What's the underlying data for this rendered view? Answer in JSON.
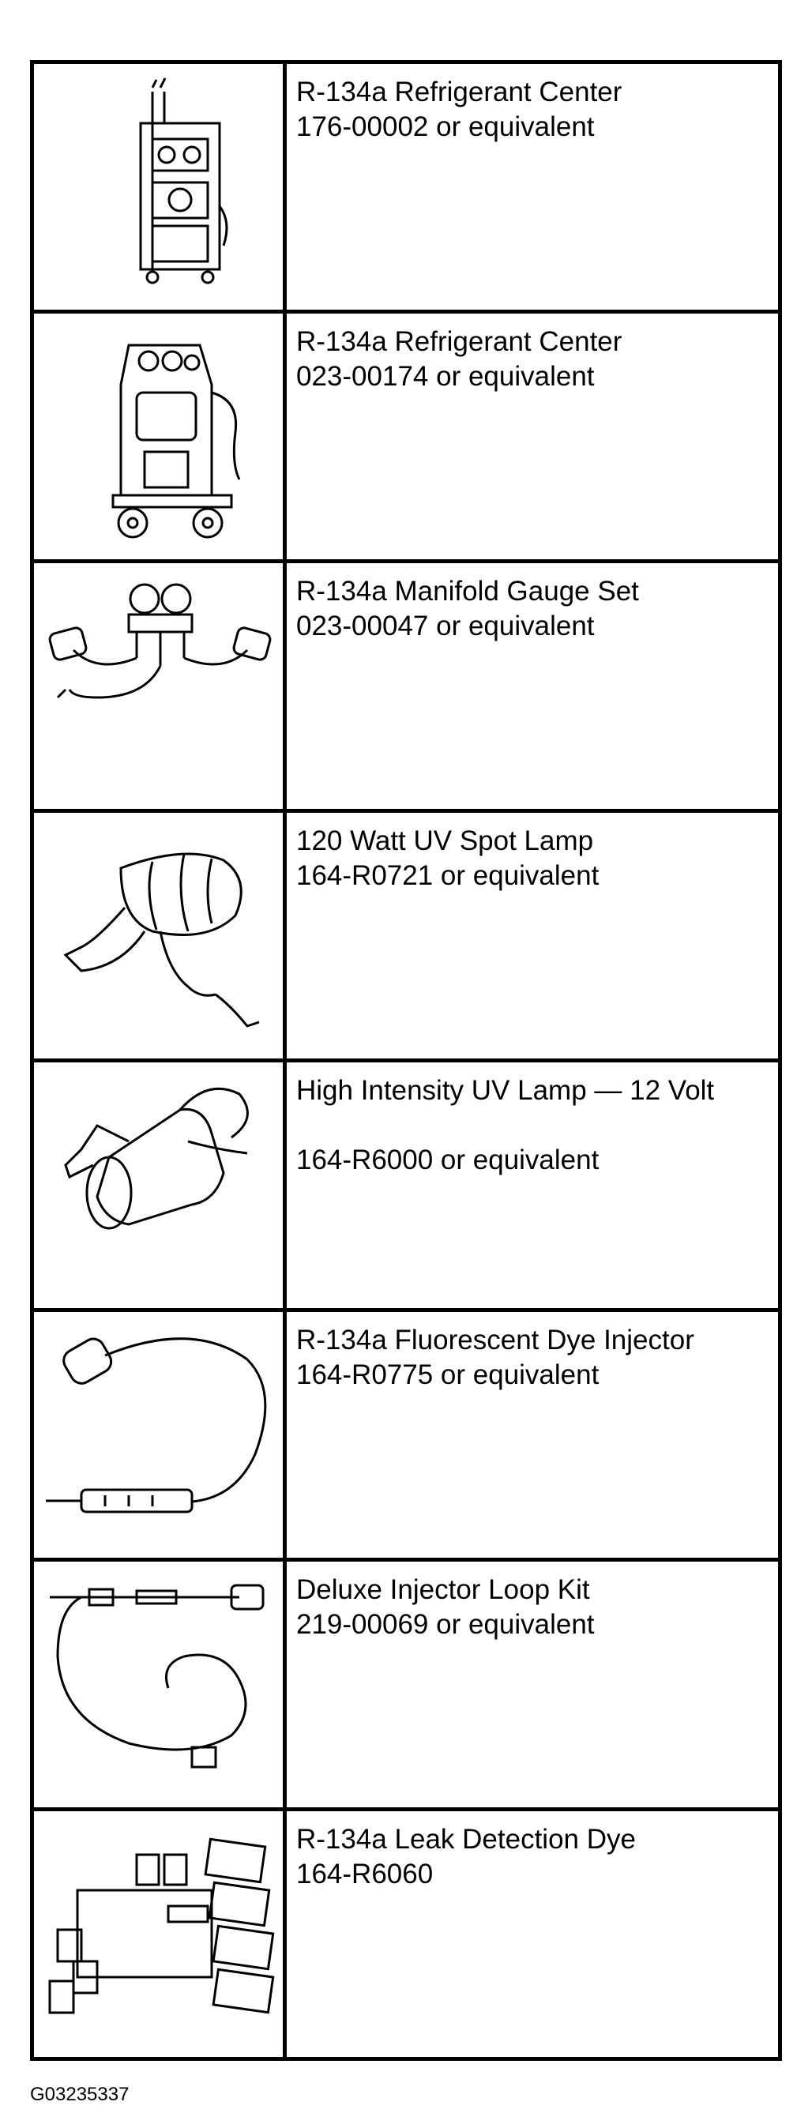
{
  "tools": [
    {
      "image": "refrigerant-center-upright-illustration",
      "lines": [
        "R-134a Refrigerant Center",
        "176-00002 or equivalent"
      ]
    },
    {
      "image": "refrigerant-center-cart-illustration",
      "lines": [
        "R-134a Refrigerant Center",
        "023-00174 or equivalent"
      ]
    },
    {
      "image": "manifold-gauge-set-illustration",
      "lines": [
        "R-134a Manifold Gauge Set",
        "023-00047 or equivalent"
      ]
    },
    {
      "image": "uv-spot-lamp-illustration",
      "lines": [
        "120 Watt UV Spot Lamp",
        "164-R0721 or equivalent"
      ]
    },
    {
      "image": "uv-lamp-12-volt-illustration",
      "lines": [
        "High Intensity UV Lamp — 12 Volt",
        "",
        "164-R6000 or equivalent"
      ]
    },
    {
      "image": "dye-injector-illustration",
      "lines": [
        "R-134a Fluorescent Dye Injector",
        "164-R0775 or equivalent"
      ]
    },
    {
      "image": "injector-loop-kit-illustration",
      "lines": [
        "Deluxe Injector Loop Kit",
        "219-00069 or equivalent"
      ]
    },
    {
      "image": "leak-detection-dye-illustration",
      "lines": [
        "R-134a Leak Detection Dye",
        "164-R6060"
      ]
    }
  ],
  "figure_id": "G03235337"
}
